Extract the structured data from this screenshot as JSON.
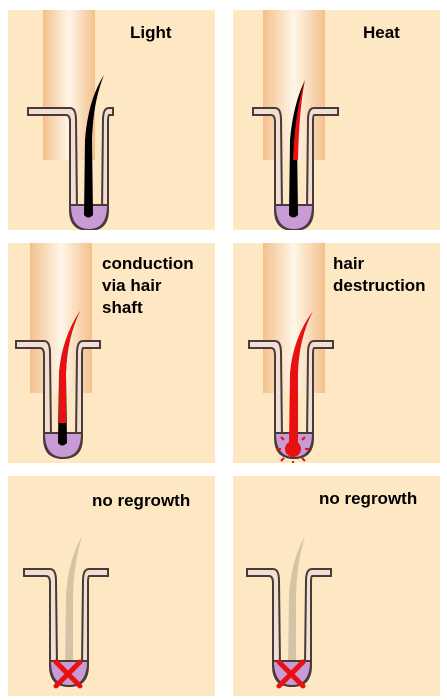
{
  "colors": {
    "panel_bg": "#fde8c3",
    "light_beam": "#f7cf9f",
    "follicle_fill": "#f0dfd2",
    "bulb": "#c89ad6",
    "hair": "#000000",
    "heat": "#e81010",
    "faded_hair": "#c9b99c",
    "cross": "#e81010"
  },
  "panels": [
    {
      "label": "Light",
      "icons": [
        "light-beam-icon",
        "follicle-icon",
        "hair-shaft-icon",
        "hair-bulb-icon"
      ]
    },
    {
      "label": "Heat",
      "icons": [
        "light-beam-icon",
        "follicle-icon",
        "heated-hair-icon",
        "hair-bulb-icon"
      ]
    },
    {
      "label": "conduction\nvia hair\nshaft",
      "icons": [
        "light-beam-icon",
        "follicle-icon",
        "heated-hair-icon",
        "hair-bulb-icon"
      ]
    },
    {
      "label": "hair\ndestruction",
      "icons": [
        "light-beam-icon",
        "follicle-icon",
        "heated-hair-icon",
        "hair-bulb-icon",
        "burst-icon"
      ]
    },
    {
      "label": "no regrowth",
      "icons": [
        "follicle-icon",
        "faded-hair-icon",
        "hair-bulb-icon",
        "red-cross-icon"
      ]
    },
    {
      "label": "no regrowth",
      "icons": [
        "follicle-icon",
        "faded-hair-icon",
        "hair-bulb-icon",
        "red-cross-icon"
      ]
    }
  ]
}
